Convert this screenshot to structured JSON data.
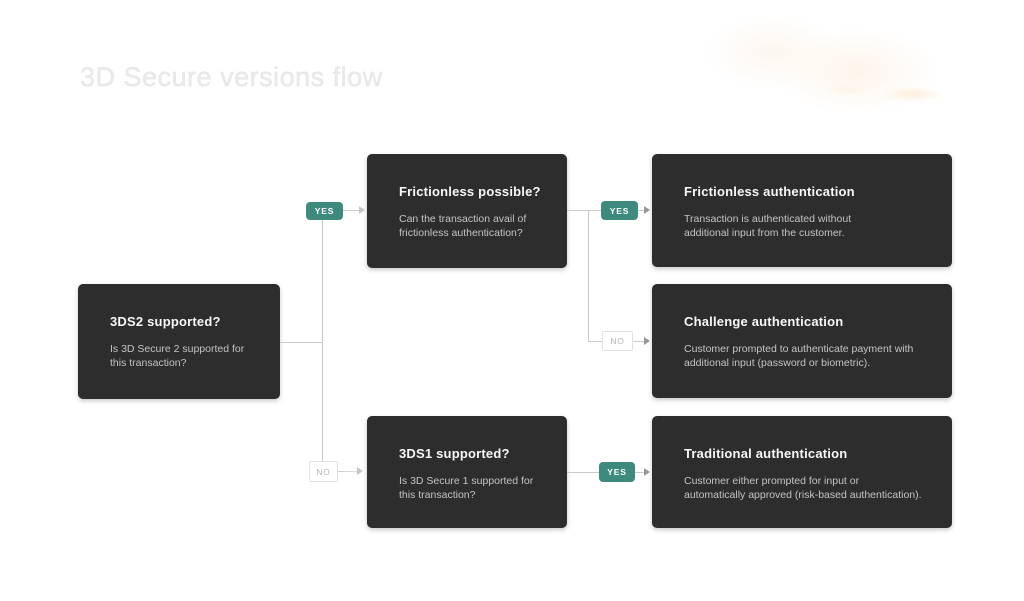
{
  "page": {
    "title": "3D Secure versions flow"
  },
  "colors": {
    "node_background": "#2d2d2d",
    "node_title_text": "#f7f7f7",
    "node_description_text": "#c4c4c4",
    "yes_badge": "#3e8b7d",
    "yes_badge_text": "#ffffff",
    "no_badge_border": "#e2e2e2",
    "no_badge_text": "#b5b5b5",
    "connector_line": "#c9c9c9",
    "page_title_text": "#eaeaea",
    "watermark_tint": "#fdf4e9"
  },
  "diagram": {
    "nodes": [
      {
        "id": "3ds2-supported",
        "title": "3DS2 supported?",
        "description": "Is 3D Secure 2 supported for\nthis transaction?"
      },
      {
        "id": "frictionless-possible",
        "title": "Frictionless possible?",
        "description": "Can the transaction avail of\nfrictionless authentication?"
      },
      {
        "id": "frictionless-authentication",
        "title": "Frictionless authentication",
        "description": "Transaction is authenticated without\nadditional input from the customer."
      },
      {
        "id": "challenge-authentication",
        "title": "Challenge authentication",
        "description": "Customer prompted to authenticate payment with\nadditional input (password or biometric)."
      },
      {
        "id": "3ds1-supported",
        "title": "3DS1 supported?",
        "description": "Is 3D Secure 1 supported for\nthis transaction?"
      },
      {
        "id": "traditional-authentication",
        "title": "Traditional authentication",
        "description": "Customer either prompted for input or\nautomatically approved (risk-based authentication)."
      }
    ],
    "edges": [
      {
        "from": "3ds2-supported",
        "to": "frictionless-possible",
        "label": "YES"
      },
      {
        "from": "3ds2-supported",
        "to": "3ds1-supported",
        "label": "NO"
      },
      {
        "from": "frictionless-possible",
        "to": "frictionless-authentication",
        "label": "YES"
      },
      {
        "from": "frictionless-possible",
        "to": "challenge-authentication",
        "label": "NO"
      },
      {
        "from": "3ds1-supported",
        "to": "traditional-authentication",
        "label": "YES"
      }
    ]
  }
}
